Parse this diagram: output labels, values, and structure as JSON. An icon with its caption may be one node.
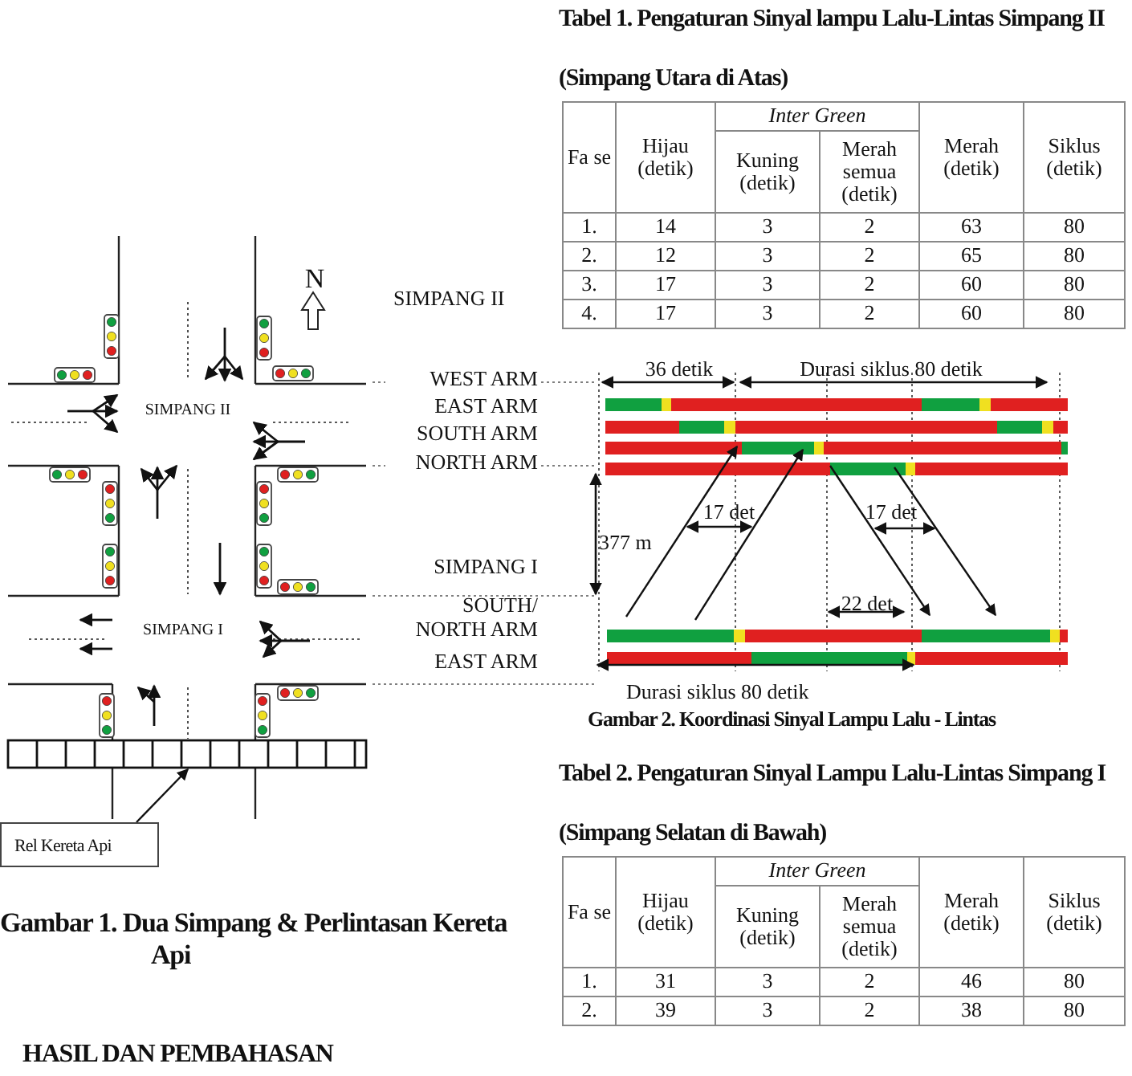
{
  "diagram": {
    "nodes": [
      {
        "text": [
          "Rel Kereta Api"
        ]
      },
      {
        "text": [],
        "shape": "bar"
      }
    ],
    "edges": [
      {
        "from": 0,
        "to": 1,
        "arrow": "to"
      }
    ],
    "labels": [
      "Tabel 1. Pengaturan Sinyal lampu Lalu-Lintas Simpang II",
      "(Simpang Utara di Atas)",
      "Fa se",
      "Hijau (detik)",
      "Inter Green",
      "Kuning (detik)",
      "Merah semua (detik)",
      "Merah (detik)",
      "Siklus (detik)",
      "1.",
      "14",
      "3",
      "2",
      "63",
      "80",
      "2.",
      "12",
      "3",
      "2",
      "65",
      "80",
      "3.",
      "17",
      "3",
      "2",
      "60",
      "80",
      "4.",
      "17",
      "3",
      "2",
      "60",
      "80",
      "SIMPANG II",
      "WEST ARM",
      "EAST ARM",
      "SOUTH ARM",
      "NORTH ARM",
      "SIMPANG I",
      "SOUTH/ NORTH ARM",
      "EAST ARM",
      "36 detik",
      "Durasi siklus 80 detik",
      "17 det",
      "17 det",
      "377 m",
      "22 det",
      "Durasi siklus 80 detik",
      "Gambar 2. Koordinasi Sinyal Lampu Lalu - Lintas",
      "N",
      "SIMPANG II",
      "SIMPANG I",
      "Tabel 2. Pengaturan Sinyal Lampu Lalu-Lintas Simpang I",
      "(Simpang Selatan di Bawah)",
      "Fa se",
      "Hijau (detik)",
      "Inter Green",
      "Kuning (detik)",
      "Merah semua (detik)",
      "Merah (detik)",
      "Siklus (detik)",
      "1.",
      "31",
      "3",
      "2",
      "46",
      "80",
      "2.",
      "39",
      "3",
      "2",
      "38",
      "80",
      "Gambar 1. Dua Simpang & Perlintasan Kereta Api",
      "HASIL DAN PEMBAHASAN"
    ]
  }
}
